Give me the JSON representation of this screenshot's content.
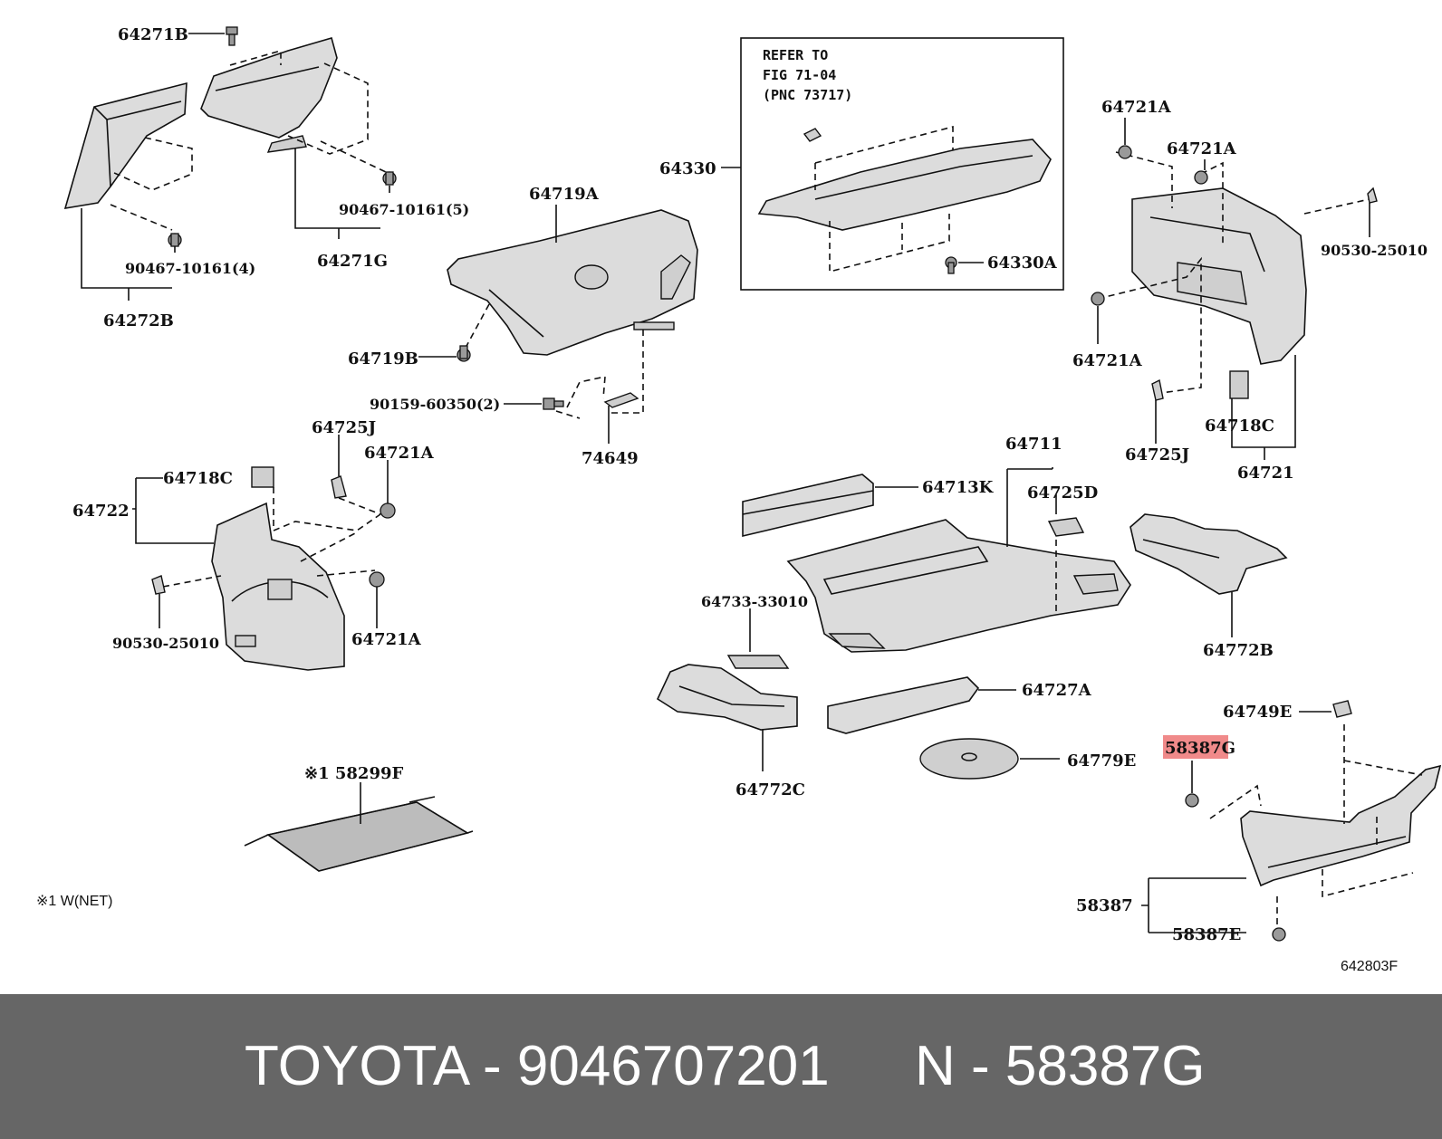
{
  "diagram": {
    "labels": {
      "l64271B": "64271B",
      "l64272B": "64272B",
      "l90467_4": "90467-10161(4)",
      "l90467_5": "90467-10161(5)",
      "l64271G": "64271G",
      "l64719A": "64719A",
      "l64719B": "64719B",
      "l90159": "90159-60350(2)",
      "l74649": "74649",
      "l64330": "64330",
      "l64330A": "64330A",
      "l64721A_a": "64721A",
      "l64721A_b": "64721A",
      "l64721A_c": "64721A",
      "l90530_r": "90530-25010",
      "l64718C_r": "64718C",
      "l64725J_r": "64725J",
      "l64721": "64721",
      "l64725J_l": "64725J",
      "l64721A_d": "64721A",
      "l64718C_l": "64718C",
      "l64722": "64722",
      "l90530_l": "90530-25010",
      "l64721A_e": "64721A",
      "l64711": "64711",
      "l64713K": "64713K",
      "l64725D": "64725D",
      "l64733": "64733-33010",
      "l64772B": "64772B",
      "l64727A": "64727A",
      "l64749E": "64749E",
      "l58387G": "58387G",
      "l64779E": "64779E",
      "l64772C": "64772C",
      "l58299F": "※1 58299F",
      "l58387": "58387",
      "l58387E": "58387E",
      "note": "※1 W(NET)",
      "code": "642803F"
    },
    "refer_box": [
      "REFER TO",
      "FIG 71-04",
      "(PNC 73717)"
    ],
    "highlight_color": "#f08a8a"
  },
  "footer": {
    "left": "TOYOTA - 9046707201",
    "right": "N - 58387G",
    "background": "#666666",
    "text_color": "#ffffff"
  }
}
